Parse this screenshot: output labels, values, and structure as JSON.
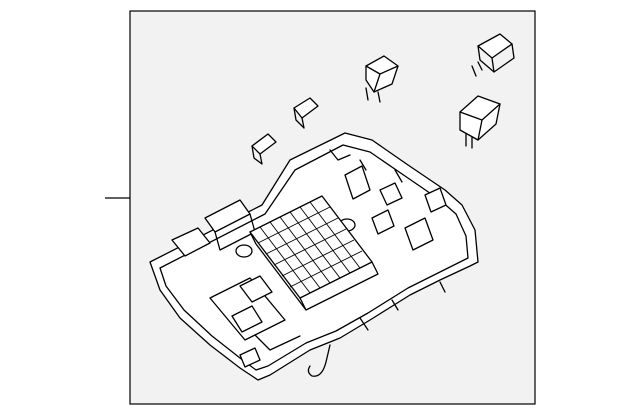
{
  "diagram": {
    "panel_fill": "#f2f2f2",
    "line_color": "#000000",
    "parts": [
      {
        "id": "fuse-box-assembly"
      },
      {
        "id": "relay-large"
      },
      {
        "id": "relay-small"
      },
      {
        "id": "relay-angled"
      },
      {
        "id": "mini-fuse-1"
      },
      {
        "id": "mini-fuse-2"
      }
    ]
  }
}
